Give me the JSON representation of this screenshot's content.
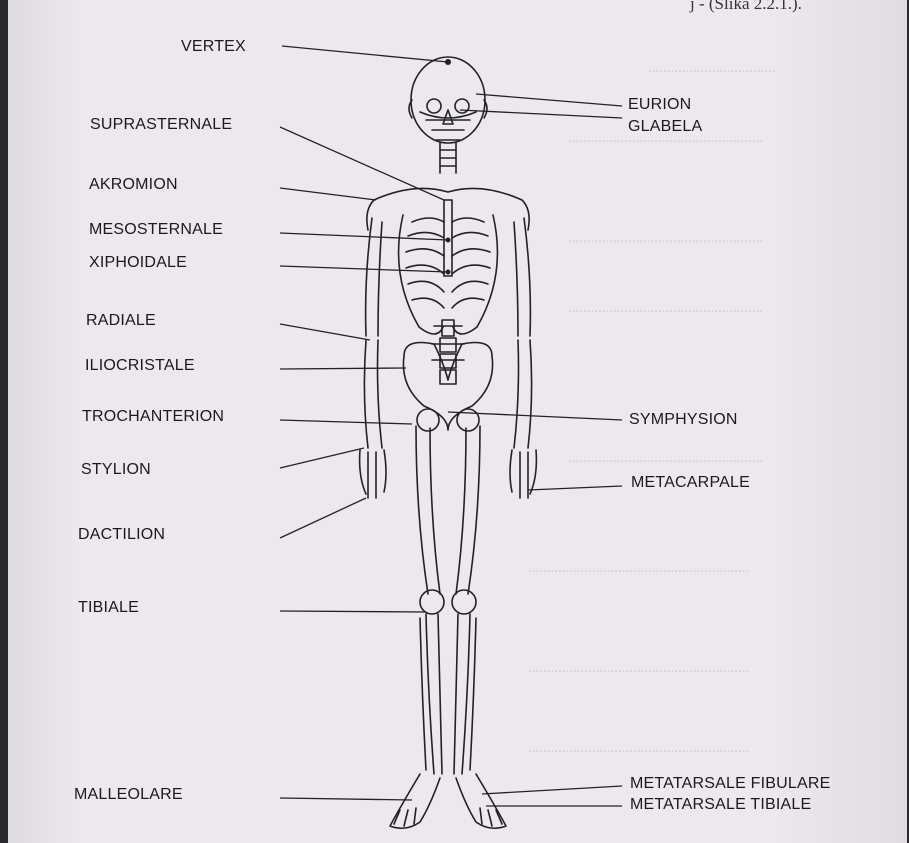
{
  "header_fragment": "j - (Slika 2.2.1.).",
  "labels_left": {
    "vertex": "VERTEX",
    "suprasternale": "SUPRASTERNALE",
    "akromion": "AKROMION",
    "mesosternale": "MESOSTERNALE",
    "xiphoidale": "XIPHOIDALE",
    "radiale": "RADIALE",
    "iliocristale": "ILIOCRISTALE",
    "trochanterion": "TROCHANTERION",
    "stylion": "STYLION",
    "dactilion": "DACTILION",
    "tibiale": "TIBIALE",
    "malleolare": "MALLEOLARE"
  },
  "labels_right": {
    "eurion": "EURION",
    "glabela": "GLABELA",
    "symphysion": "SYMPHYSION",
    "metacarpale": "METACARPALE",
    "metatarsale_fibulare": "METATARSALE FIBULARE",
    "metatarsale_tibiale": "METATARSALE TIBIALE"
  }
}
